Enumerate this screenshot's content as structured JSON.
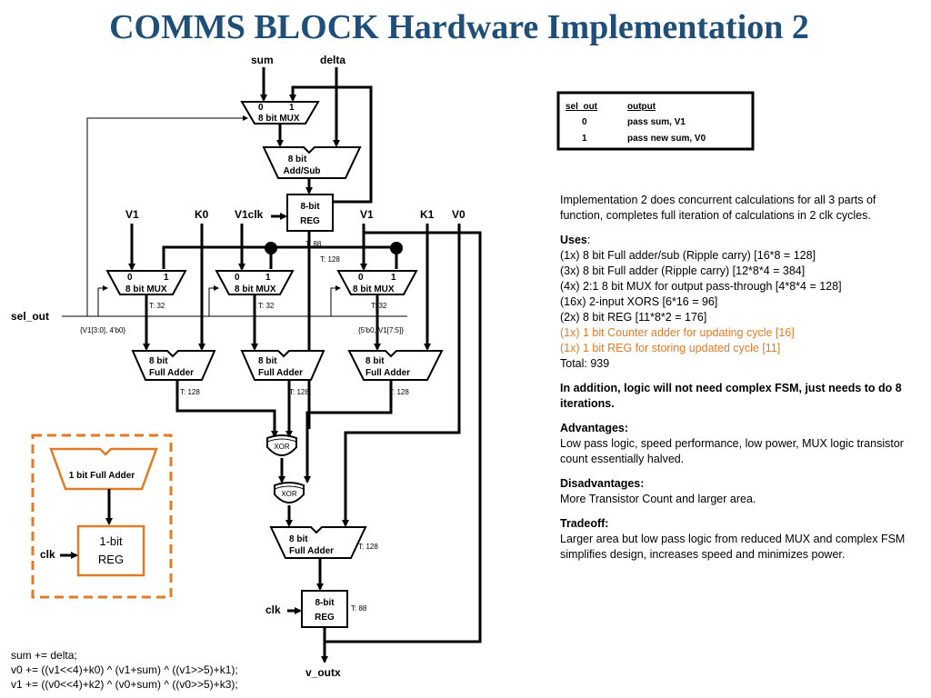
{
  "title": "COMMS BLOCK Hardware Implementation 2",
  "diagram": {
    "inputs": {
      "sum": "sum",
      "delta": "delta",
      "v1": "V1",
      "k0": "K0",
      "v1clk": "V1clk",
      "v1b": "V1",
      "k1": "K1",
      "v0": "V0",
      "sel_out": "sel_out",
      "clk": "clk"
    },
    "mux_top": {
      "label": "8 bit MUX",
      "in0": "0",
      "in1": "1"
    },
    "addsub": {
      "line1": "8 bit",
      "line2": "Add/Sub"
    },
    "reg_top": {
      "line1": "8-bit",
      "line2": "REG",
      "timing": "T: 88"
    },
    "mux_left": {
      "label": "8 bit MUX",
      "in0": "0",
      "in1": "1",
      "timing": "T: 32"
    },
    "mux_mid": {
      "label": "8 bit MUX",
      "in0": "0",
      "in1": "1",
      "timing": "T: 32"
    },
    "mux_right": {
      "label": "8 bit MUX",
      "in0": "0",
      "in1": "1",
      "timing": "T: 32"
    },
    "t128_label": "T: 128",
    "concat_left": "{V1[3:0], 4'b0}",
    "concat_right": "{5'b0, V1[7:5]}",
    "fa_left": {
      "line1": "8 bit",
      "line2": "Full Adder",
      "timing": "T: 128"
    },
    "fa_mid": {
      "line1": "8 bit",
      "line2": "Full Adder",
      "timing": "T: 128"
    },
    "fa_right": {
      "line1": "8 bit",
      "line2": "Full Adder",
      "timing": "T: 128"
    },
    "xor1": "XOR",
    "xor2": "XOR",
    "fa_bottom": {
      "line1": "8 bit",
      "line2": "Full Adder",
      "timing": "T: 128"
    },
    "reg_bottom": {
      "line1": "8-bit",
      "line2": "REG",
      "timing": "T: 88"
    },
    "output": "v_outx",
    "counter": {
      "adder": "1 bit  Full Adder",
      "reg_line1": "1-bit",
      "reg_line2": "REG",
      "clk": "clk"
    }
  },
  "sel_table": {
    "header_col1": "sel_out",
    "header_col2": "output",
    "rows": [
      {
        "sel": "0",
        "output": "pass sum, V1"
      },
      {
        "sel": "1",
        "output": "pass new sum, V0"
      }
    ]
  },
  "panel": {
    "intro": "Implementation 2 does concurrent calculations for all 3 parts of function, completes full iteration of calculations in 2 clk cycles.",
    "uses_heading": "Uses",
    "uses_colon": ":",
    "uses": [
      "(1x) 8 bit Full adder/sub (Ripple carry) [16*8 = 128]",
      "(3x) 8 bit Full adder (Ripple carry) [12*8*4 = 384]",
      "(4x) 2:1 8 bit MUX for output pass-through [4*8*4 = 128]",
      "(16x) 2-input XORS [6*16 = 96]",
      "(2x) 8 bit REG [11*8*2 = 176]"
    ],
    "uses_added": [
      "(1x) 1 bit Counter adder for updating cycle [16]",
      "(1x) 1 bit REG for storing updated cycle [11]"
    ],
    "total": "Total: 939",
    "fsm_note": "In addition, logic will not need complex FSM, just needs to do 8 iterations.",
    "advantages_heading": "Advantages:",
    "advantages": "Low pass logic, speed performance, low power, MUX logic transistor count essentially halved.",
    "disadvantages_heading": "Disadvantages:",
    "disadvantages": "More Transistor Count and larger area.",
    "tradeoff_heading": "Tradeoff:",
    "tradeoff": "Larger area but low pass logic from reduced MUX and complex FSM simplifies design, increases speed and minimizes power."
  },
  "code": [
    "sum += delta;",
    "v0 += ((v1<<4)+k0) ^ (v1+sum) ^ ((v1>>5)+k1);",
    "v1 += ((v0<<4)+k2) ^ (v0+sum) ^ ((v0>>5)+k3);"
  ]
}
